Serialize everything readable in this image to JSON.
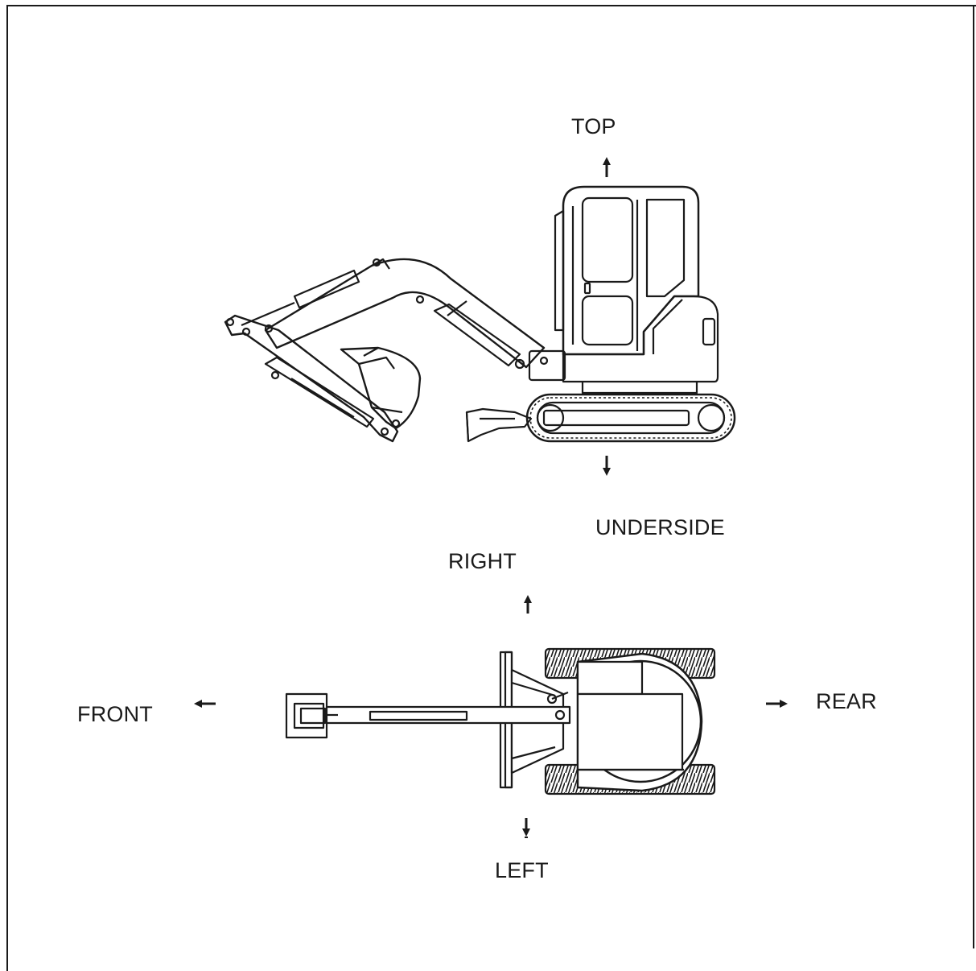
{
  "labels": {
    "top": "TOP",
    "underside": "UNDERSIDE",
    "right": "RIGHT",
    "left": "LEFT",
    "front": "FRONT",
    "rear": "REAR"
  },
  "colors": {
    "ink": "#1a1a1a",
    "paper": "#ffffff"
  }
}
